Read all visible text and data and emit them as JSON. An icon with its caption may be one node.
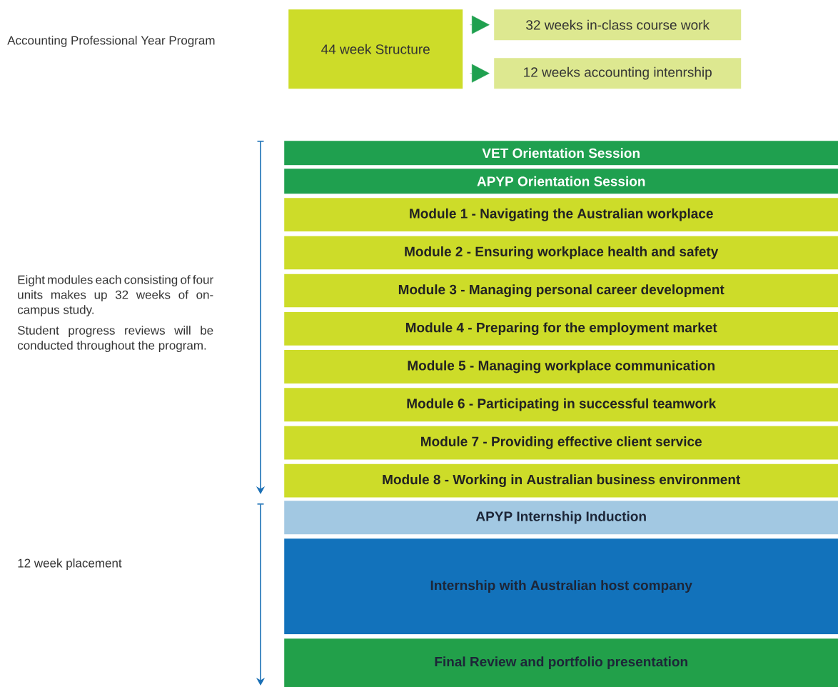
{
  "diagram": {
    "nodes": [
      {
        "text": [
          "44 week Structure"
        ]
      },
      {
        "text": [
          "32 weeks in-class course work"
        ]
      },
      {
        "text": [
          "12 weeks accounting intenrship"
        ]
      },
      {
        "text": [
          "VET Orientation Session"
        ]
      },
      {
        "text": [
          "APYP Orientation Session"
        ]
      },
      {
        "text": [
          "Module 1 - Navigating the Australian workplace"
        ]
      },
      {
        "text": [
          "Module 2 - Ensuring workplace health and safety"
        ]
      },
      {
        "text": [
          "Module 3 - Managing personal career development"
        ]
      },
      {
        "text": [
          "Module 4 - Preparing for the employment market"
        ]
      },
      {
        "text": [
          "Module 5 - Managing workplace communication"
        ]
      },
      {
        "text": [
          "Module 6 - Participating in successful teamwork"
        ]
      },
      {
        "text": [
          "Module 7 - Providing effective client service"
        ]
      },
      {
        "text": [
          "Module 8 - Working in Australian business environment"
        ]
      },
      {
        "text": [
          "APYP Internship Induction"
        ]
      },
      {
        "text": [
          "Internship with Australian host company"
        ]
      },
      {
        "text": [
          "Final Review and portfolio presentation"
        ]
      }
    ],
    "edges": [
      {
        "from": 0,
        "to": 1,
        "arrow": "to"
      },
      {
        "from": 0,
        "to": 2,
        "arrow": "to"
      }
    ],
    "labels": [
      "Accounting Professional Year Program",
      "Eight modules each consisting of four units makes up 32 weeks of on-campus study.",
      "Student progress reviews will be conducted throughout the program.",
      "12 week placement"
    ]
  }
}
